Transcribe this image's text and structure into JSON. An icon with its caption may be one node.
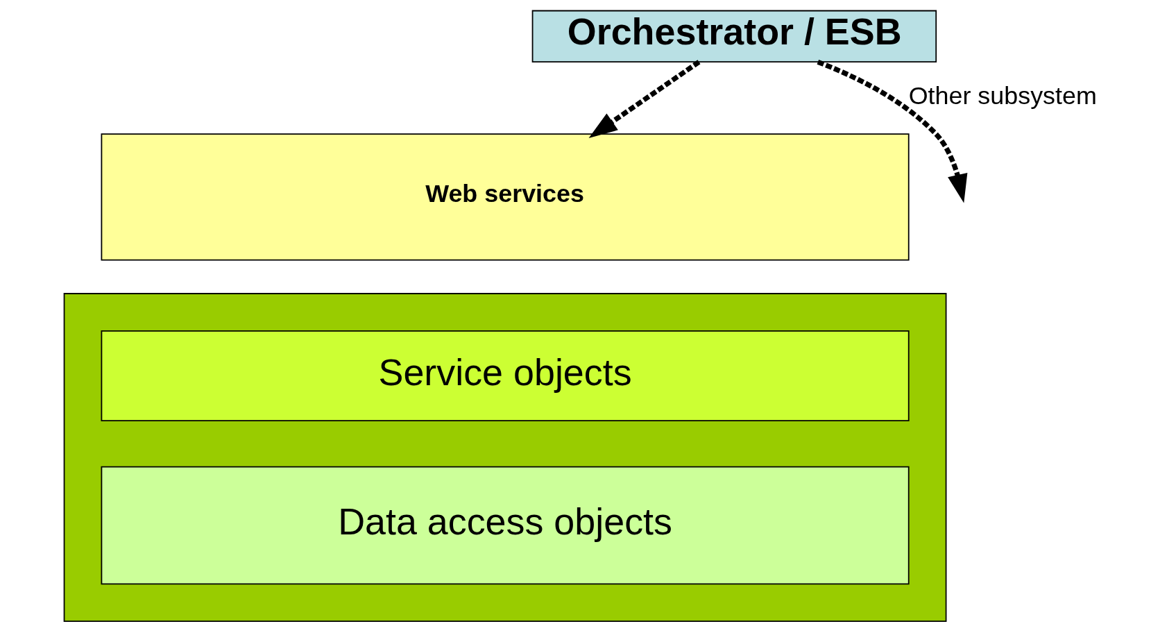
{
  "diagram": {
    "nodes": [
      {
        "text": [
          "Orchestrator / ESB"
        ]
      },
      {
        "text": [],
        "shape": "box"
      },
      {
        "text": [
          "Web services"
        ]
      },
      {
        "text": [
          "Service objects"
        ],
        "in": 1
      },
      {
        "text": [
          "Data access objects"
        ],
        "in": 1
      }
    ],
    "edges": [
      {
        "from": 0,
        "to": 2,
        "arrow": "to",
        "style": "dashed"
      },
      {
        "from": 0,
        "to": null,
        "arrow": "to",
        "style": "dashed",
        "label": "Other subsystem"
      }
    ]
  }
}
